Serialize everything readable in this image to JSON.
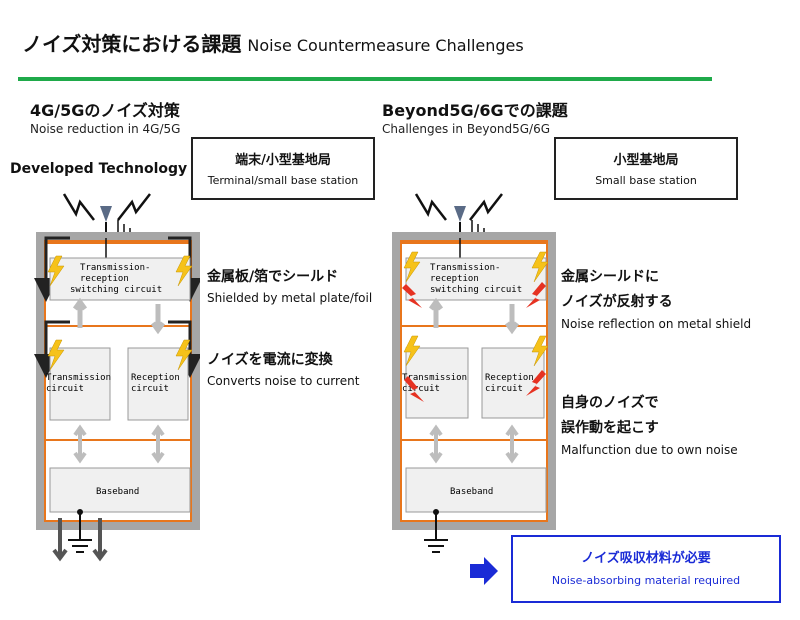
{
  "header": {
    "title_jp": "ノイズ対策における課題",
    "title_en": "Noise Countermeasure Challenges"
  },
  "left": {
    "heading_jp": "4G/5Gのノイズ対策",
    "heading_en": "Noise reduction in 4G/5G",
    "developed": "Developed Technology",
    "box_jp": "端末/小型基地局",
    "box_en": "Terminal/small base station",
    "label1_jp": "金属板/箔でシールド",
    "label1_en": "Shielded by metal plate/foil",
    "label2_jp": "ノイズを電流に変換",
    "label2_en": "Converts noise to current",
    "switch_l1": "Transmission-",
    "switch_l2": "reception",
    "switch_l3": "switching circuit",
    "tx_l1": "Transmission",
    "tx_l2": "circuit",
    "rx_l1": "Reception",
    "rx_l2": "circuit",
    "baseband": "Baseband"
  },
  "right": {
    "heading_jp": "Beyond5G/6Gでの課題",
    "heading_en": "Challenges in Beyond5G/6G",
    "box_jp": "小型基地局",
    "box_en": "Small base station",
    "label1_jp_a": "金属シールドに",
    "label1_jp_b": "ノイズが反射する",
    "label1_en": "Noise reflection on metal shield",
    "label2_jp_a": "自身のノイズで",
    "label2_jp_b": "誤作動を起こす",
    "label2_en": "Malfunction due to own noise",
    "switch_l1": "Transmission-",
    "switch_l2": "reception",
    "switch_l3": "switching circuit",
    "tx_l1": "Transmission",
    "tx_l2": "circuit",
    "rx_l1": "Reception",
    "rx_l2": "circuit",
    "baseband": "Baseband"
  },
  "conclusion": {
    "jp": "ノイズ吸収材料が必要",
    "en": "Noise-absorbing material required"
  },
  "colors": {
    "green": "#1faa4a",
    "shield": "#a6a6a6",
    "orange": "#e8761c",
    "noise_yellow": "#f6c21a",
    "noise_red": "#e63222",
    "blue": "#1a2bd6",
    "circuit_fill": "#f0f0f0"
  }
}
